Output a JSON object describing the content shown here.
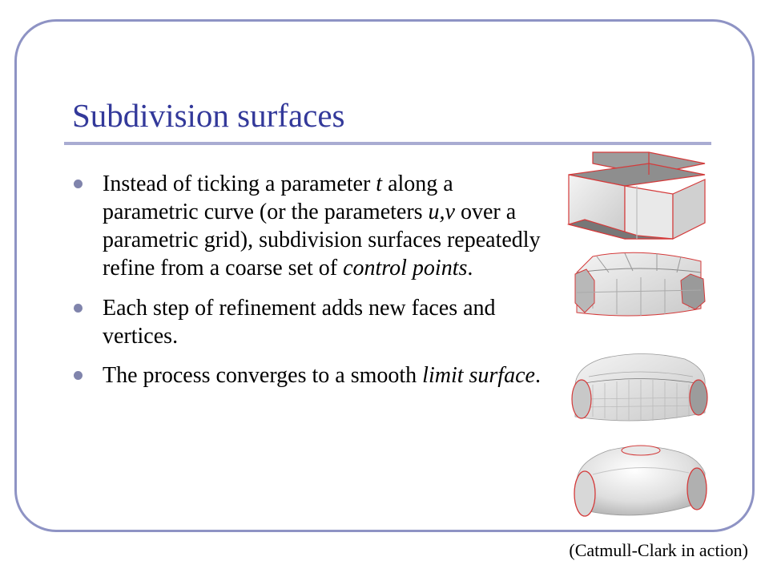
{
  "slide": {
    "title": "Subdivision surfaces",
    "bullets": [
      {
        "parts": [
          {
            "text": "Instead of ticking a parameter ",
            "italic": false
          },
          {
            "text": "t",
            "italic": true
          },
          {
            "text": " along a parametric curve (or the parameters ",
            "italic": false
          },
          {
            "text": "u,v",
            "italic": true
          },
          {
            "text": " over a parametric grid), subdivision surfaces repeatedly refine from a coarse set of ",
            "italic": false
          },
          {
            "text": "control points",
            "italic": true
          },
          {
            "text": ".",
            "italic": false
          }
        ]
      },
      {
        "parts": [
          {
            "text": "Each step of refinement adds new faces and vertices.",
            "italic": false
          }
        ]
      },
      {
        "parts": [
          {
            "text": "The process converges to a smooth ",
            "italic": false
          },
          {
            "text": "limit surface",
            "italic": true
          },
          {
            "text": ".",
            "italic": false
          }
        ]
      }
    ],
    "caption": "(Catmull-Clark in action)"
  },
  "colors": {
    "title": "#33399a",
    "frame": "#8e93c4",
    "bullet_dot": "#8084ac",
    "mesh_edge": "#d43a3a"
  },
  "figure": {
    "stages": [
      "coarse-control-mesh",
      "first-subdivision",
      "second-subdivision",
      "limit-surface"
    ]
  }
}
